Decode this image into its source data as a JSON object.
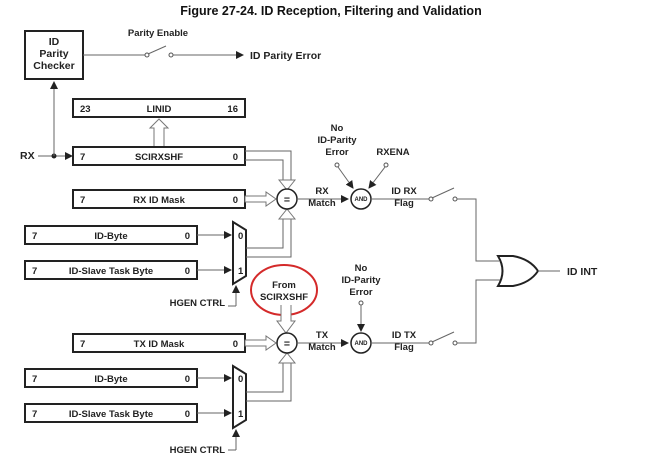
{
  "title": "Figure 27-24. ID Reception, Filtering and Validation",
  "parity_checker": {
    "lines": [
      "ID",
      "Parity",
      "Checker"
    ]
  },
  "parity_enable_label": "Parity Enable",
  "parity_error_output": "ID Parity Error",
  "rx_input": "RX",
  "registers": {
    "linid": {
      "msb": "23",
      "name": "LINID",
      "lsb": "16"
    },
    "scirxshf": {
      "msb": "7",
      "name": "SCIRXSHF",
      "lsb": "0"
    },
    "rx_id_mask": {
      "msb": "7",
      "name": "RX ID Mask",
      "lsb": "0"
    },
    "rx_id_byte": {
      "msb": "7",
      "name": "ID-Byte",
      "lsb": "0"
    },
    "rx_id_slave": {
      "msb": "7",
      "name": "ID-Slave Task Byte",
      "lsb": "0"
    },
    "tx_id_mask": {
      "msb": "7",
      "name": "TX ID Mask",
      "lsb": "0"
    },
    "tx_id_byte": {
      "msb": "7",
      "name": "ID-Byte",
      "lsb": "0"
    },
    "tx_id_slave": {
      "msb": "7",
      "name": "ID-Slave Task Byte",
      "lsb": "0"
    }
  },
  "mux": {
    "in0": "0",
    "in1": "1"
  },
  "hgen_ctrl": "HGEN CTRL",
  "compare_symbol": "=",
  "and_label": "AND",
  "rx_path": {
    "match": [
      "RX",
      "Match"
    ],
    "no_parity_error": [
      "No",
      "ID-Parity",
      "Error"
    ],
    "enable": "RXENA",
    "flag": [
      "ID RX",
      "Flag"
    ]
  },
  "tx_path": {
    "from_label": [
      "From",
      "SCIRXSHF"
    ],
    "match": [
      "TX",
      "Match"
    ],
    "no_parity_error": [
      "No",
      "ID-Parity",
      "Error"
    ],
    "flag": [
      "ID TX",
      "Flag"
    ]
  },
  "output": "ID INT",
  "highlight_color": "#d42a2a"
}
